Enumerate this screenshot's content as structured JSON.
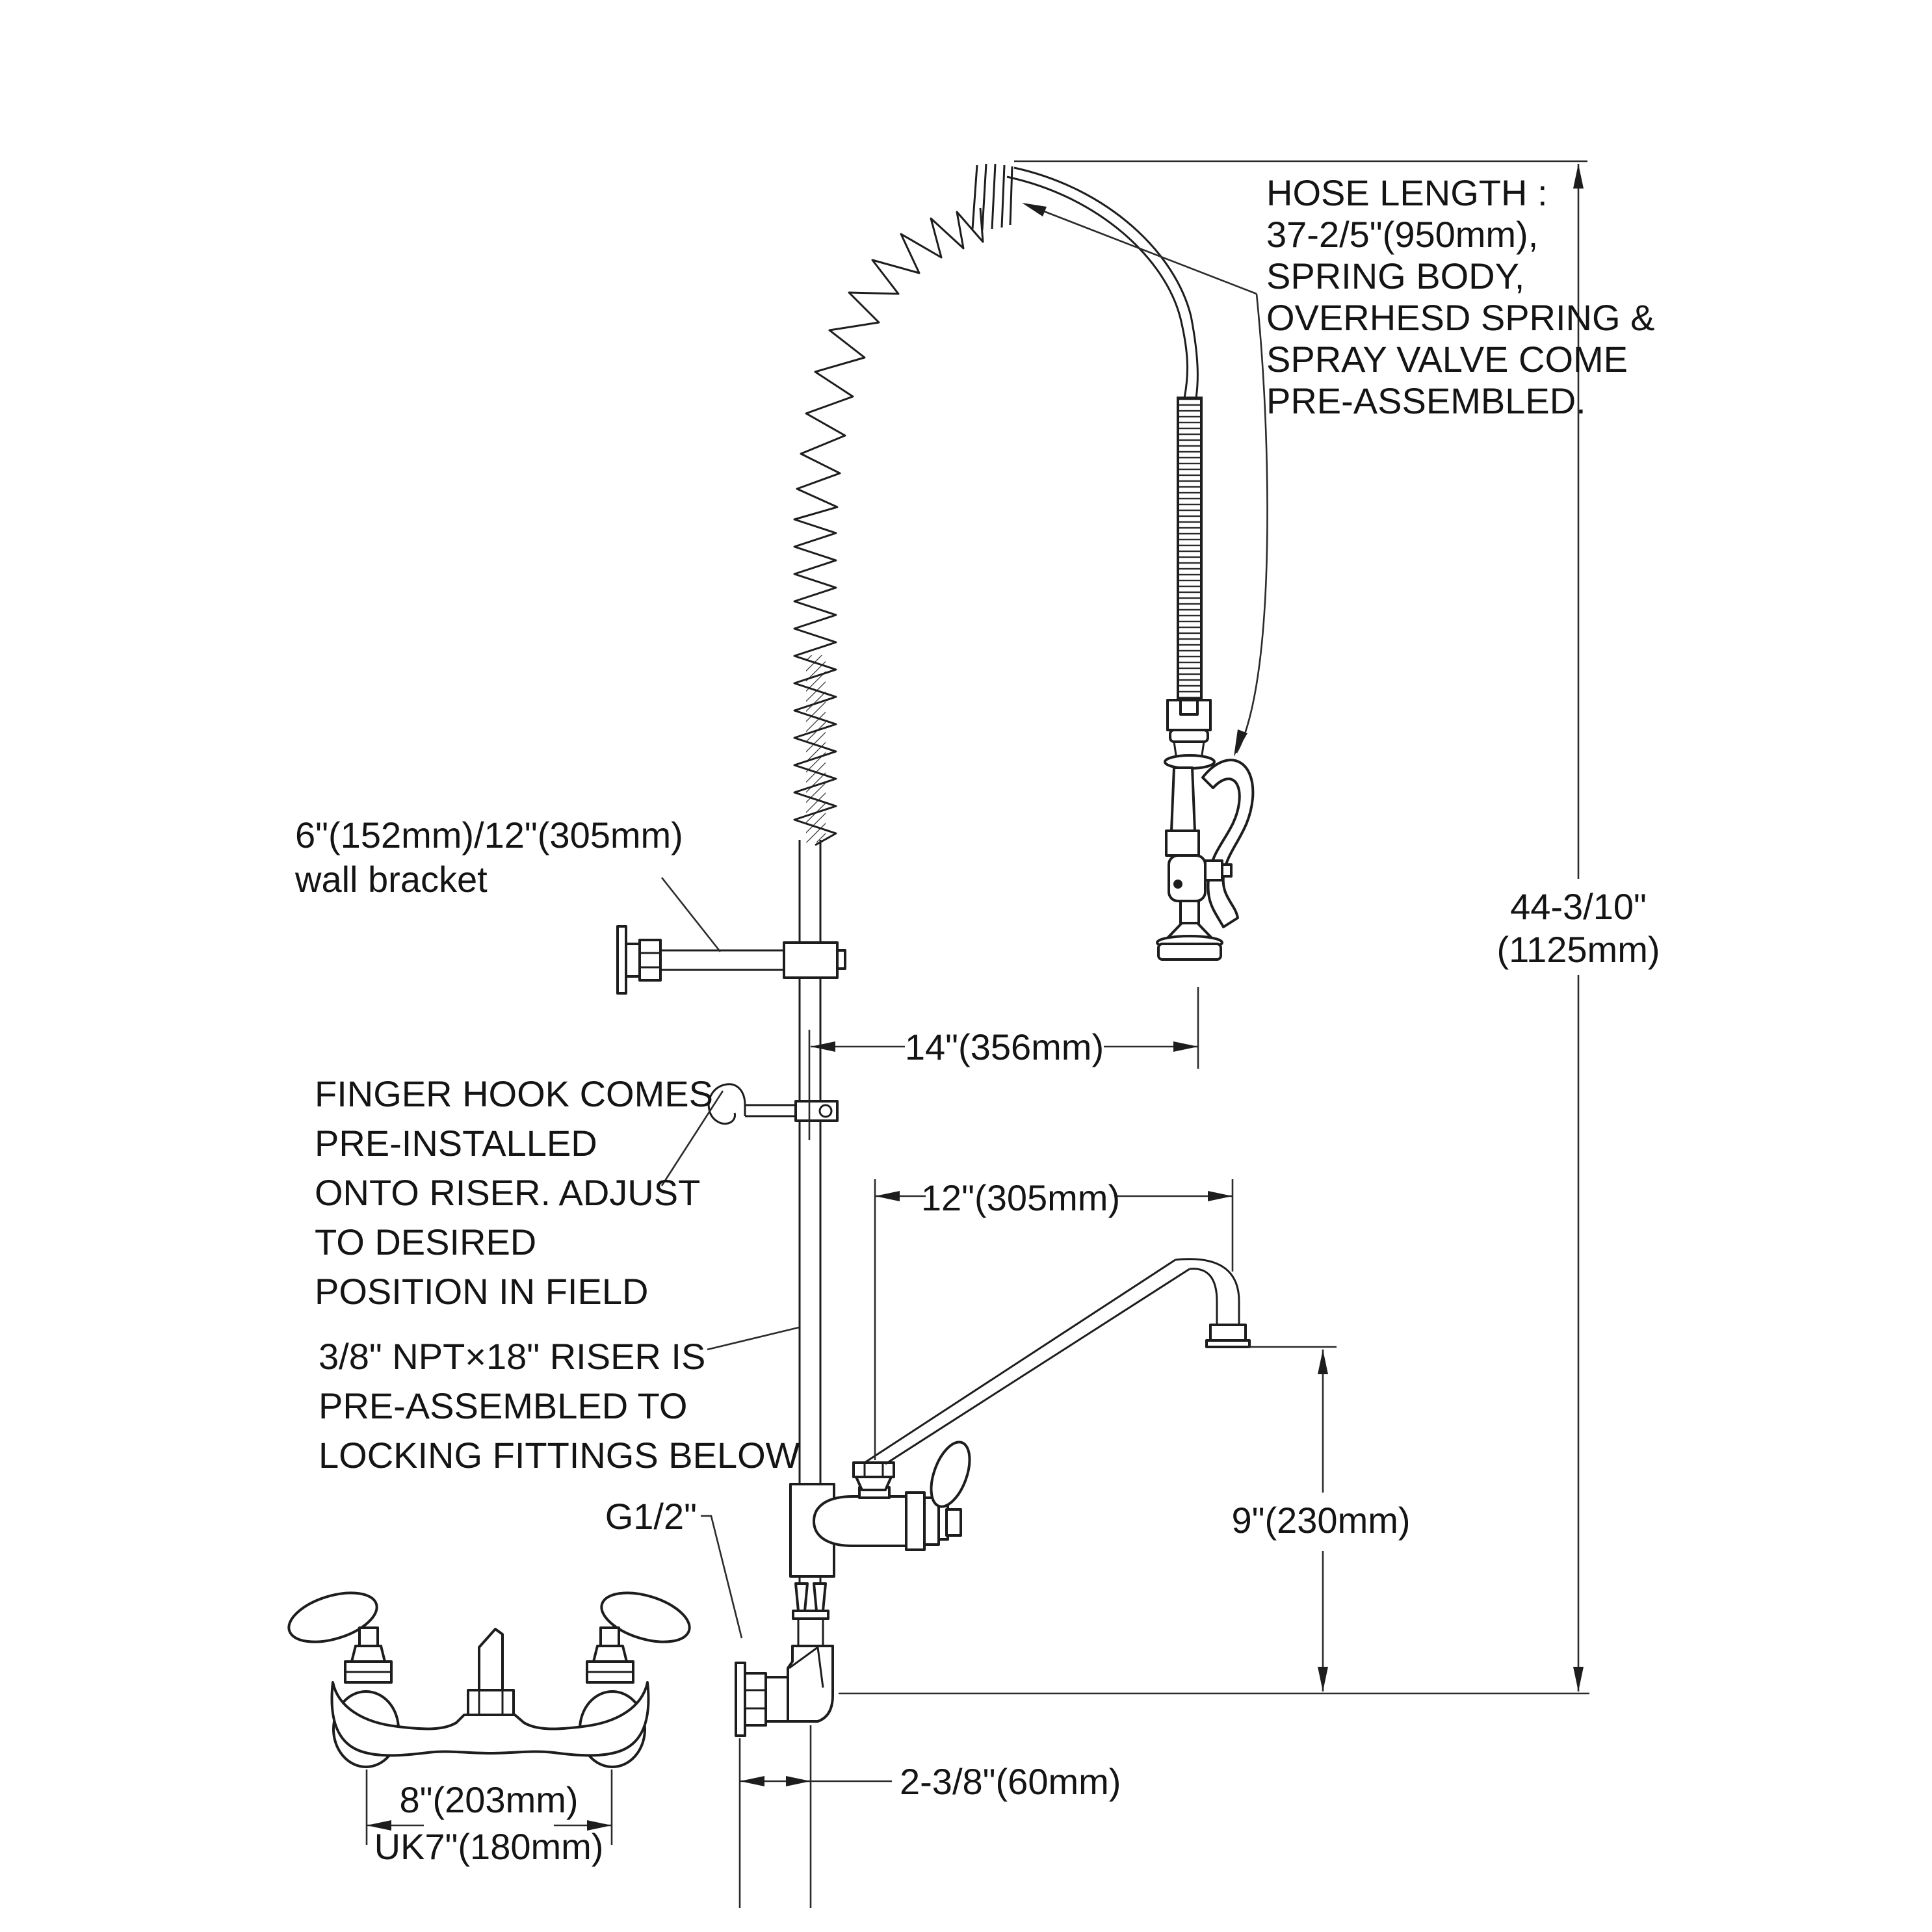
{
  "drawing": {
    "type": "technical-spec-diagram",
    "subject": "wall-mount pre-rinse faucet unit with add-on swing spout",
    "colors": {
      "line": "#1d1d1d",
      "dimension": "#2b2b2b",
      "background": "#ffffff"
    }
  },
  "notes": {
    "hose_length": {
      "lines": [
        "HOSE LENGTH :",
        "37-2/5\"(950mm),",
        "SPRING BODY,",
        "OVERHESD SPRING &",
        "SPRAY VALVE COME",
        "PRE-ASSEMBLED."
      ]
    },
    "wall_bracket": {
      "lines": [
        "6\"(152mm)/12\"(305mm)",
        "wall bracket"
      ]
    },
    "finger_hook": {
      "lines": [
        "FINGER HOOK COMES",
        "PRE-INSTALLED",
        "ONTO RISER. ADJUST",
        "TO DESIRED",
        "POSITION IN FIELD"
      ]
    },
    "riser": {
      "lines": [
        "3/8\" NPT×18\" RISER IS",
        "PRE-ASSEMBLED TO",
        "LOCKING FITTINGS BELOW"
      ]
    },
    "inlet_thread": "G1/2\""
  },
  "dimensions": {
    "overall_height": {
      "lines": [
        "44-3/10\"",
        "(1125mm)"
      ]
    },
    "hose_reach": "14\"(356mm)",
    "spout_reach": "12\"(305mm)",
    "spout_height": "9\"(230mm)",
    "inlet_centers": {
      "lines": [
        "8\"(203mm)",
        "UK7\"(180mm)"
      ]
    },
    "wall_offset": "2-3/8\"(60mm)"
  }
}
